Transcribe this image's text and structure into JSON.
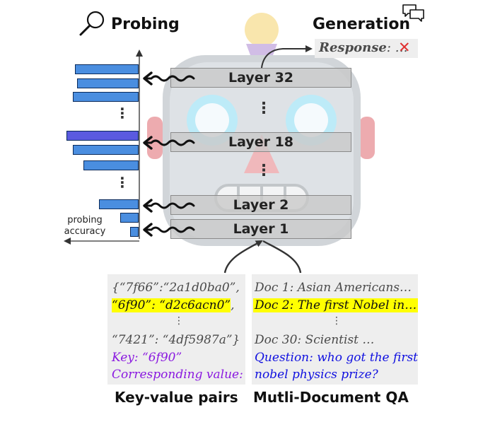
{
  "titles": {
    "probing": "Probing",
    "generation": "Generation"
  },
  "response": {
    "label": "Response",
    "suffix": ": …",
    "mark": "✕"
  },
  "layers": [
    {
      "label": "Layer 32"
    },
    {
      "label": "Layer 18"
    },
    {
      "label": "Layer 2"
    },
    {
      "label": "Layer 1"
    }
  ],
  "probing_axis_label": "probing\naccuracy",
  "ellipsis_vertical": "⋮",
  "probing_bars": [
    {
      "value": 0.6
    },
    {
      "value": 0.58
    },
    {
      "value": 0.62
    },
    {
      "value": 0.68,
      "highlight": true
    },
    {
      "value": 0.62
    },
    {
      "value": 0.52
    },
    {
      "value": 0.37
    },
    {
      "value": 0.17
    },
    {
      "value": 0.08
    }
  ],
  "kv_panel": {
    "line1": "{“7f66”:“2a1d0ba0”,",
    "line2": "“6f90”: “d2c6acn0”",
    "line2_tail": ",",
    "dots": "⋮",
    "line3": "“7421”: “4df5987a”}",
    "key_line": "Key: “6f90”",
    "value_line": "Corresponding value:"
  },
  "qa_panel": {
    "doc1": "Doc 1: Asian Americans…",
    "doc2": "Doc 2: The first Nobel in…",
    "dots": "⋮",
    "doc30": "Doc 30: Scientist …",
    "question1": "Question: who got the first",
    "question2": "nobel physics prize?"
  },
  "captions": {
    "kv": "Key-value pairs",
    "qa": "Mutli-Document QA"
  },
  "colors": {
    "bar": "#4a8ee0",
    "bar_highlight": "#5a5ae0",
    "highlight": "#ffff00",
    "purple": "#8a19e0",
    "blue": "#1010e0",
    "cross": "#e03030"
  }
}
